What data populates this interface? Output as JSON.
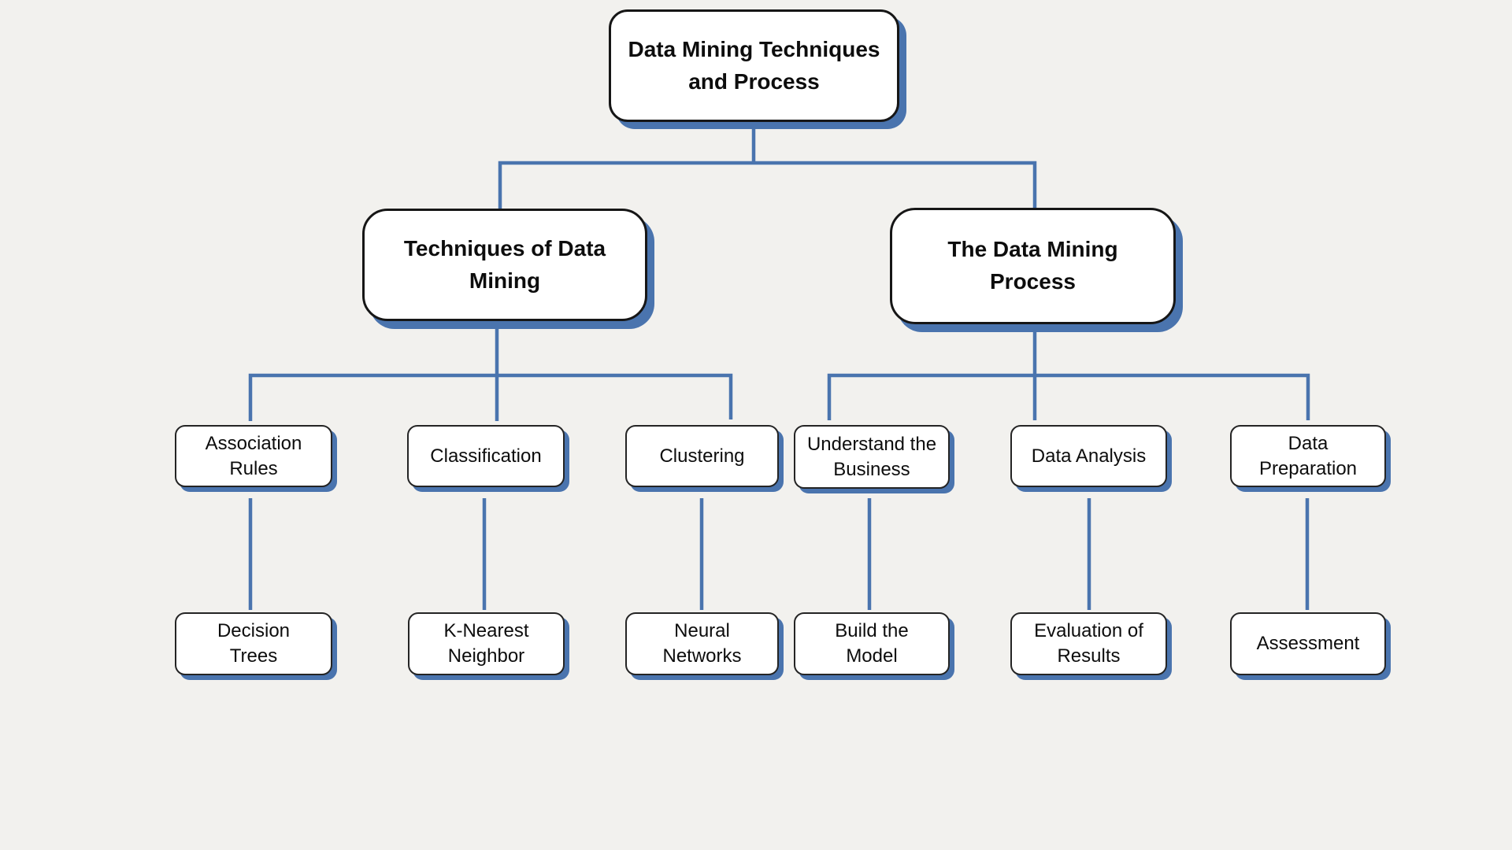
{
  "diagram": {
    "title": "Data Mining Techniques and Process",
    "type": "hierarchy-flowchart",
    "colors": {
      "background": "#f2f1ee",
      "node_fill": "#ffffff",
      "node_border": "#1a1a1a",
      "connector": "#4a74ae",
      "shadow": "#4a74ae",
      "text": "#0d0d0d"
    },
    "nodes": {
      "root": "Data Mining Techniques\nand Process",
      "techniques": "Techniques of Data\nMining",
      "process": "The Data Mining\nProcess",
      "association_rules": "Association\nRules",
      "classification": "Classification",
      "clustering": "Clustering",
      "understand_business": "Understand the\nBusiness",
      "data_analysis": "Data Analysis",
      "data_preparation": "Data\nPreparation",
      "decision_trees": "Decision\nTrees",
      "k_nearest_neighbor": "K-Nearest\nNeighbor",
      "neural_networks": "Neural\nNetworks",
      "build_model": "Build the\nModel",
      "evaluation_results": "Evaluation of\nResults",
      "assessment": "Assessment"
    },
    "hierarchy": {
      "label": "Data Mining Techniques and Process",
      "children": [
        {
          "label": "Techniques of Data Mining",
          "children": [
            {
              "label": "Association Rules",
              "children": [
                {
                  "label": "Decision Trees"
                }
              ]
            },
            {
              "label": "Classification",
              "children": [
                {
                  "label": "K-Nearest Neighbor"
                }
              ]
            },
            {
              "label": "Clustering",
              "children": [
                {
                  "label": "Neural Networks"
                }
              ]
            }
          ]
        },
        {
          "label": "The Data Mining Process",
          "children": [
            {
              "label": "Understand the Business",
              "children": [
                {
                  "label": "Build the Model"
                }
              ]
            },
            {
              "label": "Data Analysis",
              "children": [
                {
                  "label": "Evaluation of Results"
                }
              ]
            },
            {
              "label": "Data Preparation",
              "children": [
                {
                  "label": "Assessment"
                }
              ]
            }
          ]
        }
      ]
    }
  }
}
